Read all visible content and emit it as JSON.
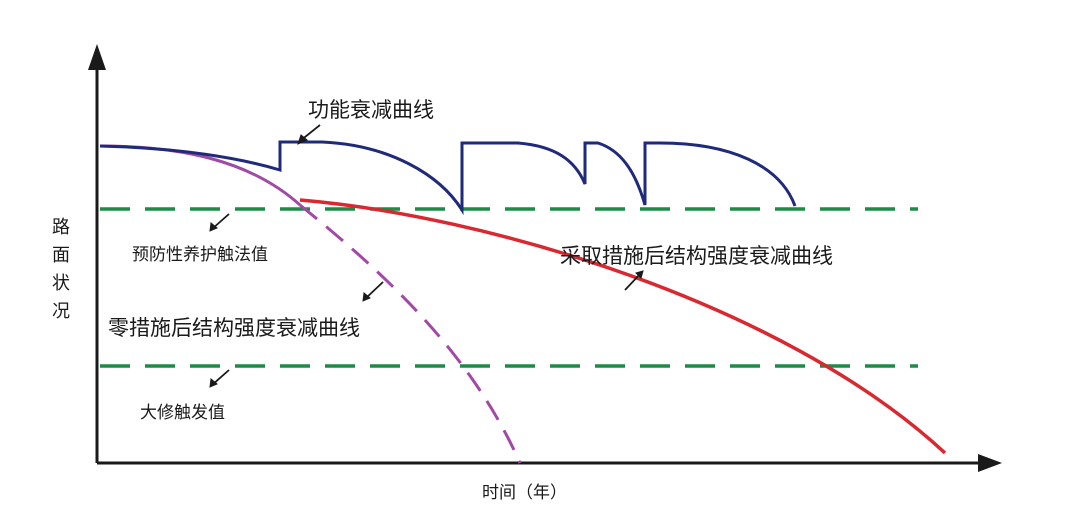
{
  "diagram": {
    "y_axis_label": [
      "路",
      "面",
      "状",
      "况"
    ],
    "x_axis_label": "时间（年）",
    "curves": {
      "functional": {
        "label": "功能衰减曲线",
        "color": "#1f2a7a"
      },
      "treated": {
        "label": "采取措施后结构强度衰减曲线",
        "color": "#d9282f"
      },
      "untreated": {
        "label": "零措施后结构强度衰减曲线",
        "color": "#a04aa6"
      }
    },
    "thresholds": {
      "preventive": {
        "label": "预防性养护触法值",
        "color": "#1d8a46"
      },
      "major_repair": {
        "label": "大修触发值",
        "color": "#1d8a46"
      }
    },
    "axis_color": "#1a1a1a"
  }
}
